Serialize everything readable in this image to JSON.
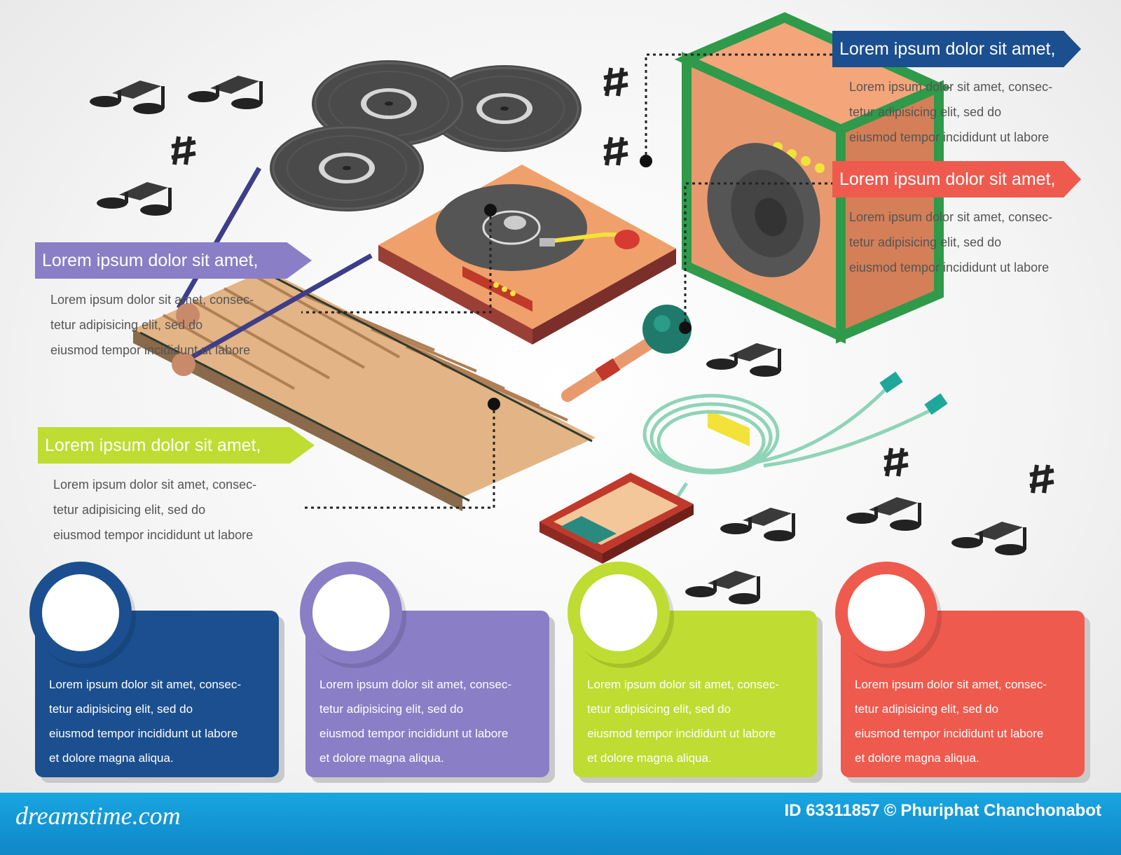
{
  "colors": {
    "blue": "#1b4f8f",
    "red": "#ef5a4e",
    "purple": "#8a7ec6",
    "lime": "#bedc32",
    "footer": "#139bd9"
  },
  "callouts": {
    "blue": {
      "title": "Lorem ipsum dolor sit amet,",
      "lines": [
        "Lorem ipsum dolor sit amet, consec-",
        "tetur adipisicing elit, sed do",
        "eiusmod tempor incididunt ut labore"
      ]
    },
    "red": {
      "title": "Lorem ipsum dolor sit amet,",
      "lines": [
        "Lorem ipsum dolor sit amet, consec-",
        "tetur adipisicing elit, sed do",
        "eiusmod tempor incididunt ut labore"
      ]
    },
    "purple": {
      "title": "Lorem ipsum dolor sit amet,",
      "lines": [
        "Lorem ipsum dolor sit amet, consec-",
        "tetur adipisicing elit, sed do",
        "eiusmod tempor incididunt ut labore"
      ]
    },
    "lime": {
      "title": "Lorem ipsum dolor sit amet,",
      "lines": [
        "Lorem ipsum dolor sit amet, consec-",
        "tetur adipisicing elit, sed do",
        "eiusmod tempor incididunt ut labore"
      ]
    }
  },
  "cards": [
    {
      "lines": [
        "Lorem ipsum dolor sit amet, consec-",
        "tetur adipisicing elit, sed do",
        "eiusmod tempor incididunt ut labore",
        "et dolore magna aliqua."
      ]
    },
    {
      "lines": [
        "Lorem ipsum dolor sit amet, consec-",
        "tetur adipisicing elit, sed do",
        "eiusmod tempor incididunt ut labore",
        "et dolore magna aliqua."
      ]
    },
    {
      "lines": [
        "Lorem ipsum dolor sit amet, consec-",
        "tetur adipisicing elit, sed do",
        "eiusmod tempor incididunt ut labore",
        "et dolore magna aliqua."
      ]
    },
    {
      "lines": [
        "Lorem ipsum dolor sit amet, consec-",
        "tetur adipisicing elit, sed do",
        "eiusmod tempor incididunt ut labore",
        "et dolore magna aliqua."
      ]
    }
  ],
  "footer": {
    "brand": "dreamstime.com",
    "id_text": "ID 63311857",
    "copyright_symbol": "©",
    "author": "Phuriphat Chanchonabot"
  },
  "icons": [
    "music-note-icon",
    "sharp-icon",
    "vinyl-record-icon",
    "turntable-icon",
    "speaker-icon",
    "xylophone-icon",
    "microphone-icon",
    "cable-icon",
    "audio-interface-icon"
  ]
}
